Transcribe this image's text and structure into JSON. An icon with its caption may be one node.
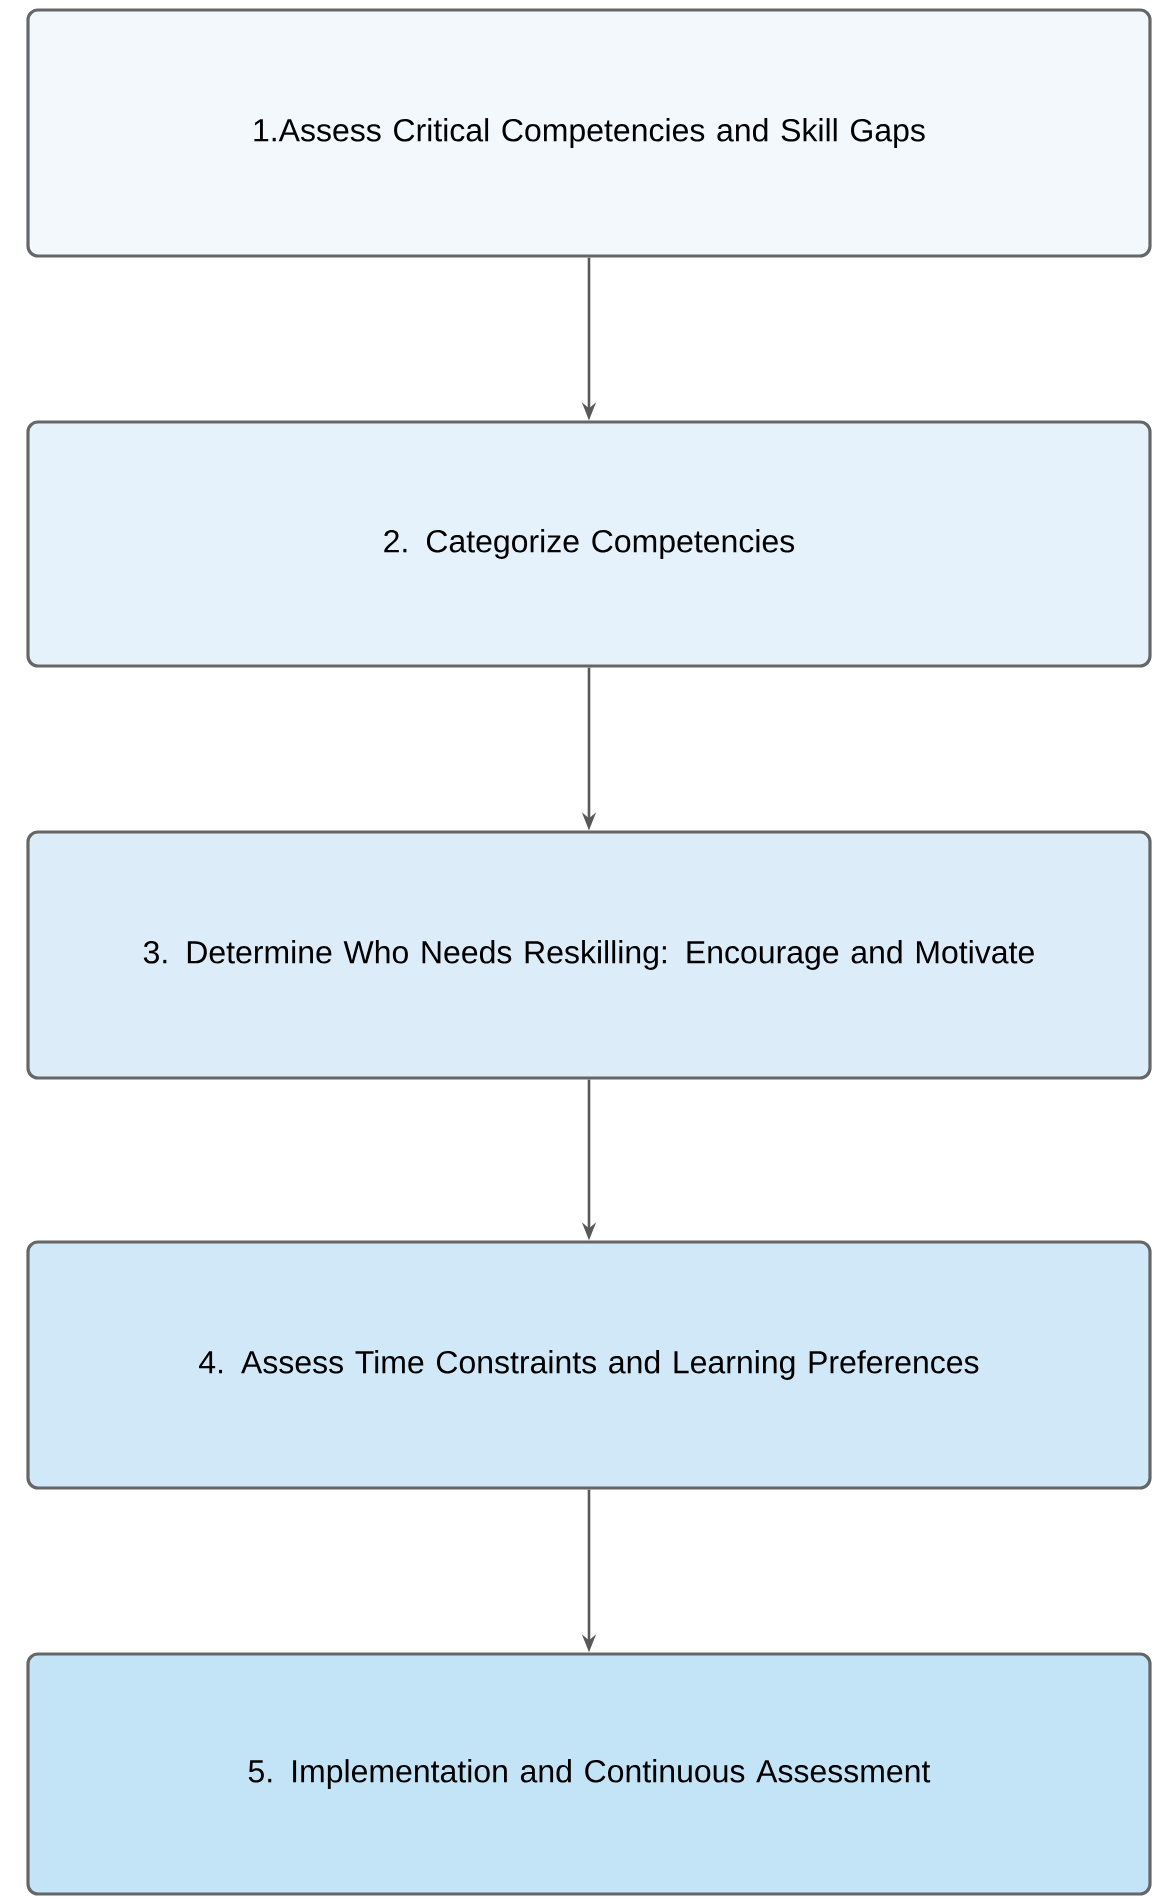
{
  "diagram": {
    "nodes": [
      {
        "text": [
          "1.Assess Critical Competencies and Skill Gaps"
        ]
      },
      {
        "text": [
          "2. Categorize Competencies"
        ]
      },
      {
        "text": [
          "3. Determine Who Needs Reskilling: Encourage and Motivate"
        ]
      },
      {
        "text": [
          "4. Assess Time Constraints and Learning Preferences"
        ]
      },
      {
        "text": [
          "5. Implementation and Continuous Assessment"
        ]
      }
    ],
    "edges": [
      {
        "from": 0,
        "to": 1,
        "arrow": "to"
      },
      {
        "from": 1,
        "to": 2,
        "arrow": "to"
      },
      {
        "from": 2,
        "to": 3,
        "arrow": "to"
      },
      {
        "from": 3,
        "to": 4,
        "arrow": "to"
      }
    ]
  }
}
